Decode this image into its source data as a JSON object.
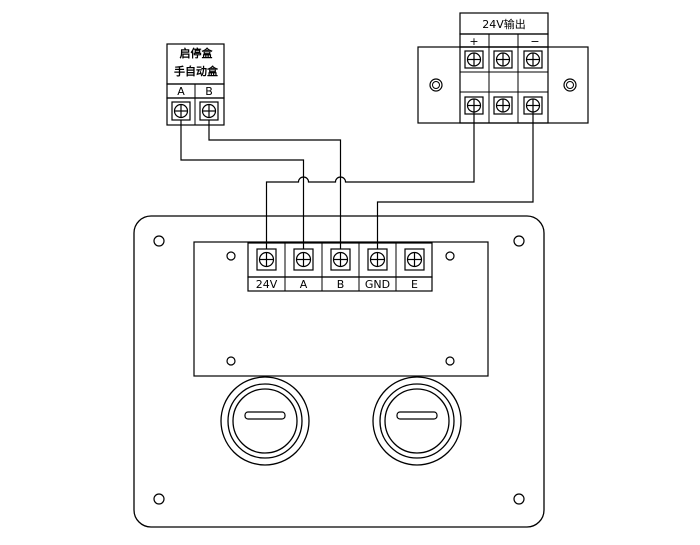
{
  "control_box": {
    "title_line1": "启停盒",
    "title_line2": "手自动盒",
    "terminals": [
      "A",
      "B"
    ]
  },
  "power_supply": {
    "title": "24V输出",
    "polarity": [
      "+",
      "−"
    ]
  },
  "main_terminal_block": {
    "labels": [
      "24V",
      "A",
      "B",
      "GND",
      "E"
    ]
  }
}
